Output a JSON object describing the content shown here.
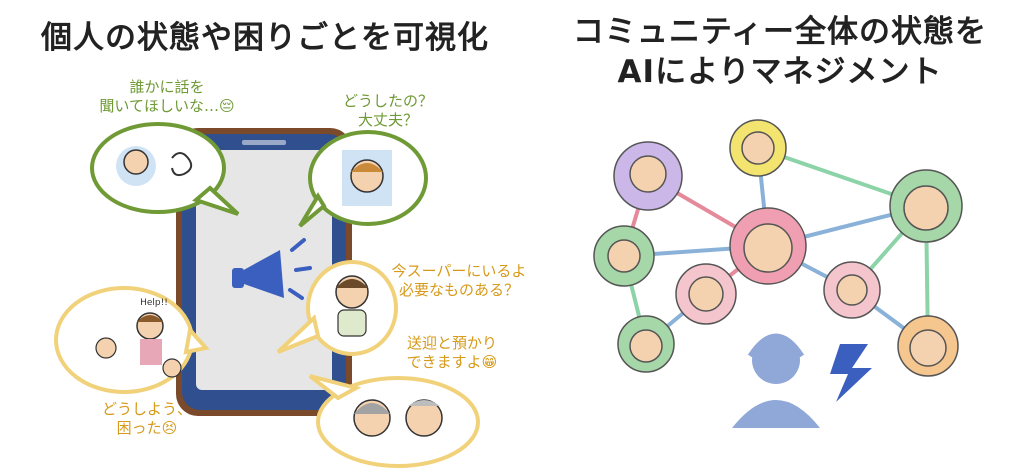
{
  "left_title": "個人の状態や困りごとを可視化",
  "right_title_line1": "コミュニティー全体の状態を",
  "right_title_line2": "AIによりマネジメント",
  "bubbles": {
    "talk_line1": "誰かに話を",
    "talk_line2": "聞いてほしいな…😔",
    "check_line1": "どうしたの？",
    "check_line2": "大丈夫？",
    "shop_line1": "今スーパーにいるよ",
    "shop_line2": "必要なものある？",
    "help_text": "Help!!",
    "trouble_line1": "どうしよう、",
    "trouble_line2": "困った😣",
    "pickup_line1": "送迎と預かり",
    "pickup_line2": "できますよ😁"
  },
  "colors": {
    "green": "#6f9a35",
    "orange": "#d79a1b",
    "phone_frame": "#2f4f8f",
    "phone_border": "#7a4a2a",
    "speaker_blue": "#3a5fbf",
    "operator_blue": "#8fa8d8"
  }
}
